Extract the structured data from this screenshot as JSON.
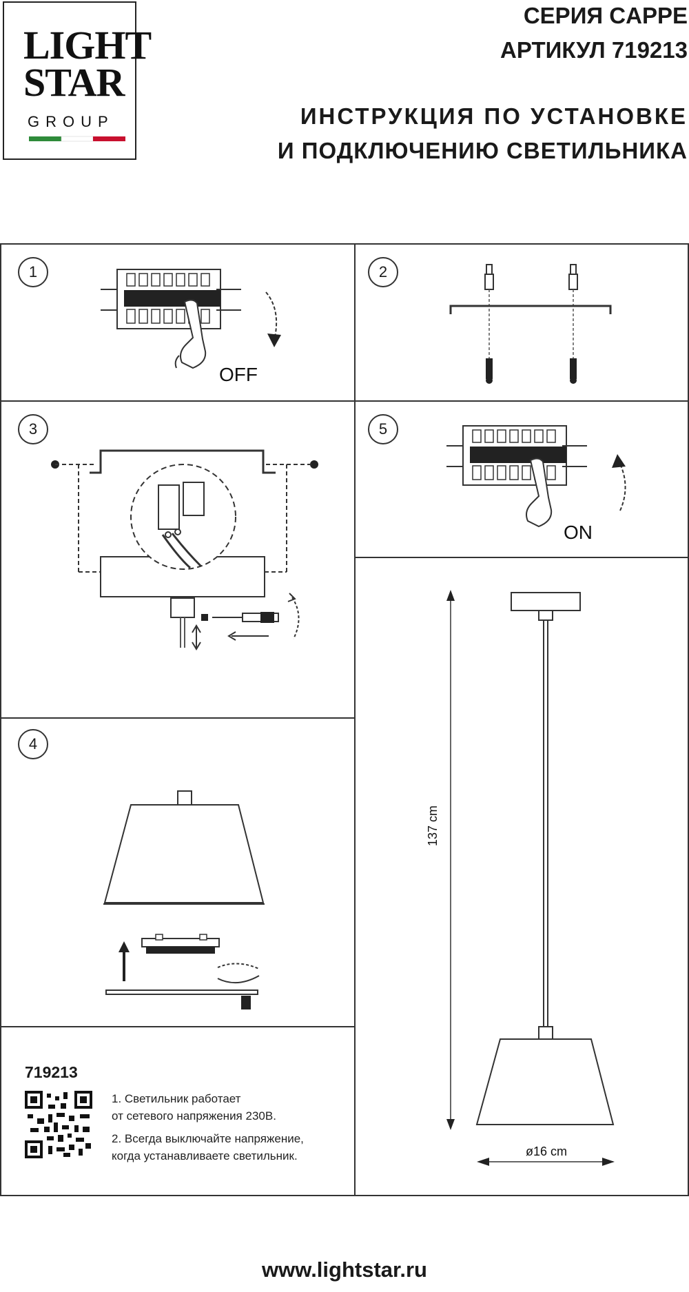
{
  "logo": {
    "line1": "LIGHT",
    "line2": "STAR",
    "line3": "GROUP",
    "flag_colors": [
      "#2e8b3a",
      "#ffffff",
      "#c8102e"
    ]
  },
  "header": {
    "series": "СЕРИЯ CAPPE",
    "article": "АРТИКУЛ 719213",
    "title_line1": "ИНСТРУКЦИЯ ПО УСТАНОВКЕ",
    "title_line2": "И ПОДКЛЮЧЕНИЮ СВЕТИЛЬНИКА"
  },
  "steps": {
    "s1": {
      "number": "1",
      "label": "OFF"
    },
    "s2": {
      "number": "2"
    },
    "s3": {
      "number": "3"
    },
    "s4": {
      "number": "4"
    },
    "s5": {
      "number": "5",
      "label": "ON"
    }
  },
  "dimensions": {
    "height": "137 cm",
    "diameter": "ø16 cm"
  },
  "notes": {
    "code": "719213",
    "line1": "1. Светильник работает",
    "line2": "от сетевого напряжения 230В.",
    "line3": "2. Всегда выключайте напряжение,",
    "line4": "когда устанавливаете светильник."
  },
  "footer": {
    "url": "www.lightstar.ru"
  }
}
